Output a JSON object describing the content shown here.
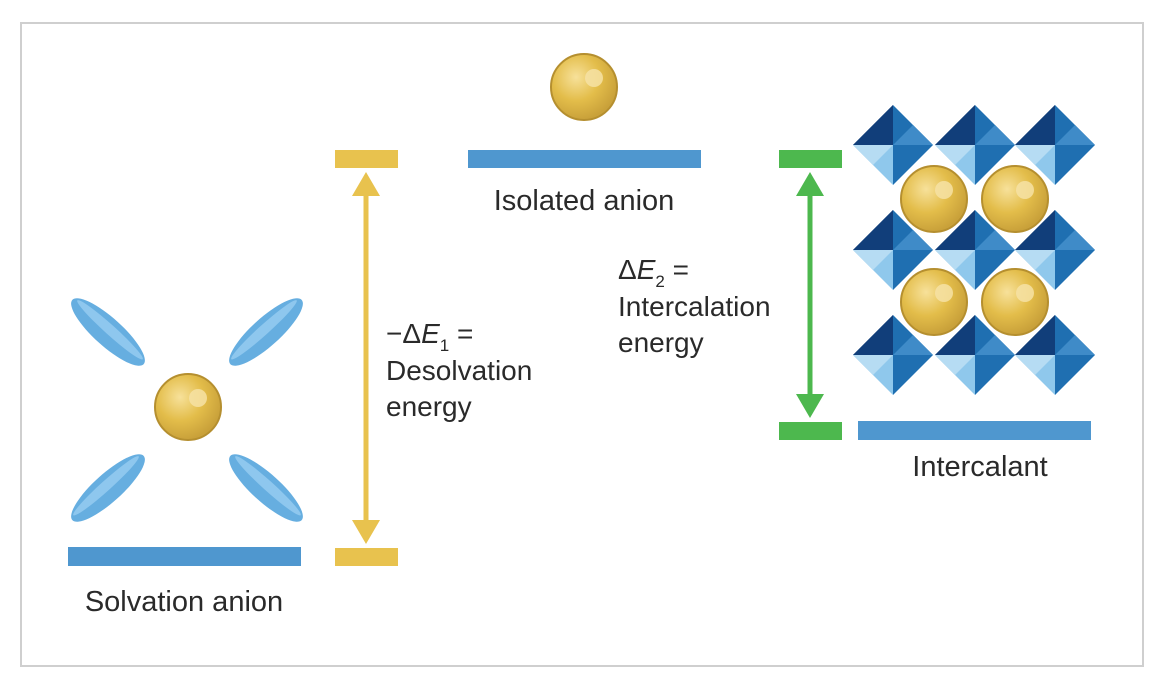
{
  "labels": {
    "isolated": "Isolated anion",
    "solvation": "Solvation anion",
    "intercalant": "Intercalant"
  },
  "desolvation": {
    "prefix": "−Δ",
    "symbol": "E",
    "subscript": "1",
    "equals": " =",
    "line1": "Desolvation",
    "line2": "energy"
  },
  "intercalation": {
    "prefix": "Δ",
    "symbol": "E",
    "subscript": "2",
    "equals": " =",
    "line1": "Intercalation",
    "line2": "energy"
  },
  "icons": {
    "anion": "gold-sphere-icon",
    "solvent": "blue-ellipse-icon",
    "lattice": "octahedron-lattice-icon"
  },
  "colors": {
    "level": "#4f97cf",
    "desolvation": "#e8c24e",
    "intercalation": "#4db84e",
    "sphere": "#e3bd4a",
    "sphere_dark": "#c9a13a",
    "solvent": "#66aee0",
    "lattice_dark": "#123e7a",
    "lattice_mid": "#1f6fb1",
    "lattice_light": "#8fc8ec"
  }
}
